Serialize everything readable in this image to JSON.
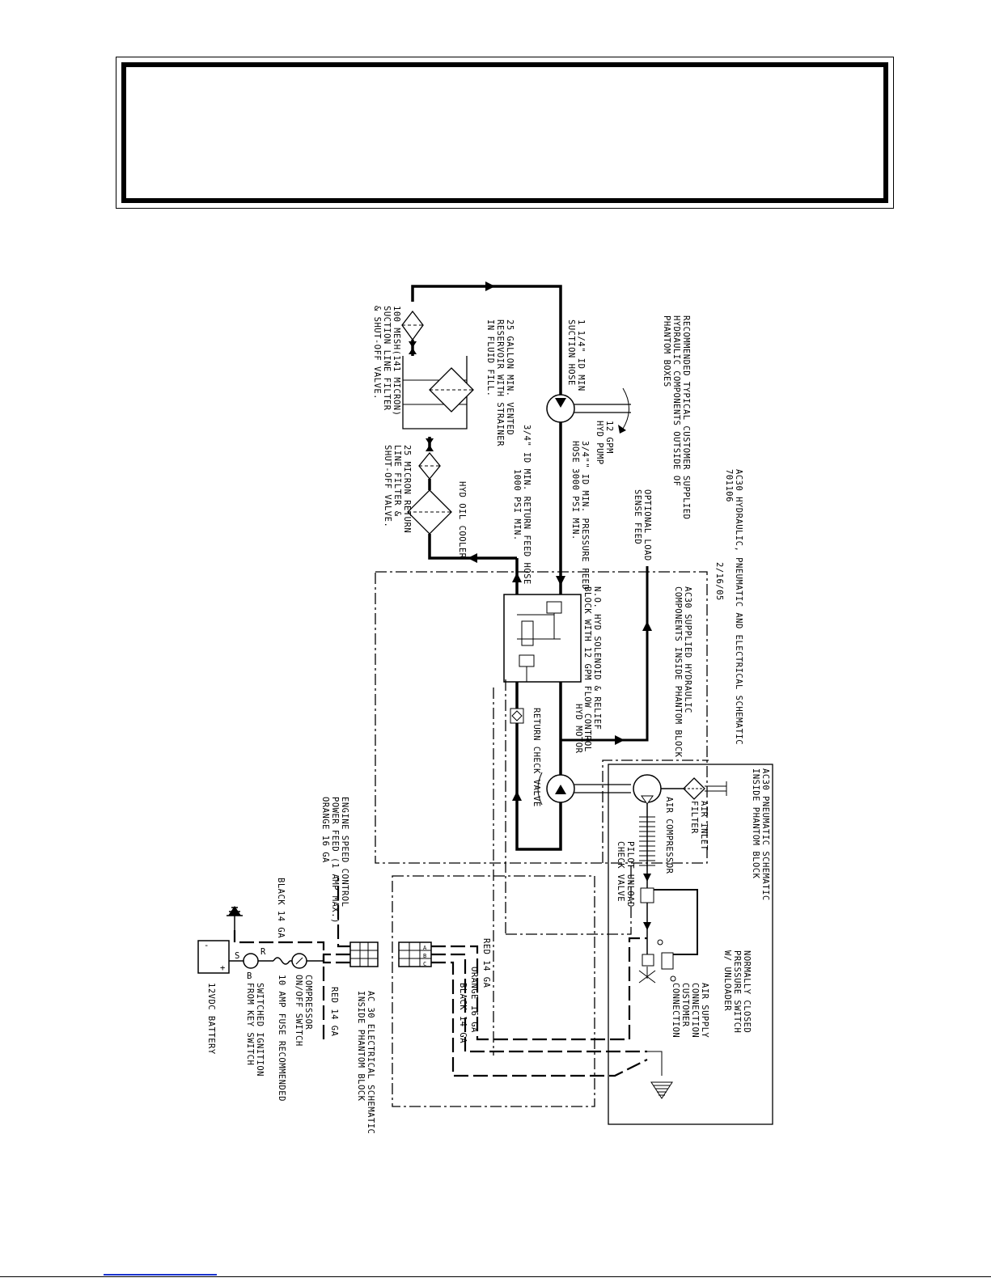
{
  "header": {
    "title": ""
  },
  "title_block": {
    "line1": "AC30 HYDRAULIC, PNEUMATIC AND ELECTRICAL SCHEMATIC",
    "line2": "701106",
    "line3": "2/16/05"
  },
  "notes": {
    "customer_1": "RECOMMENDED TYPICAL CUSTOMER SUPPLIED",
    "customer_2": "HYDRAULIC COMPONENTS OUTSIDE OF",
    "customer_3": "PHANTOM BOXES",
    "supplied_1": "AC30 SUPPLIED HYDRAULIC",
    "supplied_2": "COMPONENTS INSIDE PHANTOM BLOCK",
    "pneumatic_1": "AC30 PNEUMATIC SCHEMATIC",
    "pneumatic_2": "INSIDE PHANTOM BLOCK",
    "electrical_1": "AC 30 ELECTRICAL SCHEMATIC",
    "electrical_2": "INSIDE PHANTOM BLOCK"
  },
  "hydraulic": {
    "suction_1": "1 1/4\" ID MIN",
    "suction_2": "SUCTION HOSE",
    "pump_1": "12 GPM",
    "pump_2": "HYD PUMP",
    "pressure_1": "3/4\"\" ID MIN. PRESSURE FEED",
    "pressure_2": "HOSE 3000 PSI MIN.",
    "load_1": "OPTIONAL LOAD",
    "load_2": "SENSE FEED",
    "reservoir_1": "25 GALLON MIN. VENTED",
    "reservoir_2": "RESERVOIR WITH STRAINER",
    "reservoir_3": "IN FLUID FILL.",
    "suction_filter_1": "100 MESH(141 MICRON)",
    "suction_filter_2": "SUCTION LINE FILTER",
    "suction_filter_3": "& SHUT-OFF VALVE.",
    "return_hose_1": "3/4\" ID MIN. RETURN FEED HOSE",
    "return_hose_2": "1000 PSI MIN.",
    "return_filter_1": "25 MICRON RETURN",
    "return_filter_2": "LINE FILTER &",
    "return_filter_3": "SHUT-OFF VALVE.",
    "cooler": "HYD OIL COOLER",
    "block_1": "N.O. HYD SOLENOID & RELIEF",
    "block_2": "BLOCK WITH 12 GPM FLOW CONTROL",
    "motor": "HYD MOTOR",
    "check_valve": "RETURN CHECK VALVE"
  },
  "pneumatic": {
    "inlet_1": "AIR INLET",
    "inlet_2": "FILTER",
    "compressor": "AIR COMPRESSOR",
    "pilot_1": "PILOT UNLOAD",
    "pilot_2": "CHECK VALVE",
    "switch_1": "NORMALLY CLOSED",
    "switch_2": "PRESSURE SWITCH",
    "switch_3": "W/ UNLOADER",
    "supply_1": "AIR SUPPLY",
    "supply_2": "CONNECTION",
    "supply_3": "CUSTOMER",
    "supply_4": "CONNECTION"
  },
  "electrical": {
    "engine_1": "ENGINE SPEED CONTROL",
    "engine_2": "POWER FEED (1 AMP MAX.)",
    "engine_3": "ORANGE 16 GA",
    "black_main": "BLACK 14 GA",
    "red_main": "RED 14 GA",
    "compressor_switch_1": "COMPRESSOR",
    "compressor_switch_2": "ON/OFF SWITCH",
    "fuse": "10 AMP FUSE RECOMMENDED",
    "ignition_1": "SWITCHED IGNITION",
    "ignition_2": "FROM KEY SWITCH",
    "battery": "12VDC BATTERY",
    "red_wire": "RED 14 GA",
    "orange_wire": "ORANGE 16 GA",
    "black_wire": "BLACK 14 GA",
    "terminal_s": "S",
    "terminal_r": "R",
    "terminal_b": "B",
    "battery_minus": "-",
    "battery_plus": "+",
    "conn_a": "A",
    "conn_b": "B",
    "conn_c": "C"
  }
}
